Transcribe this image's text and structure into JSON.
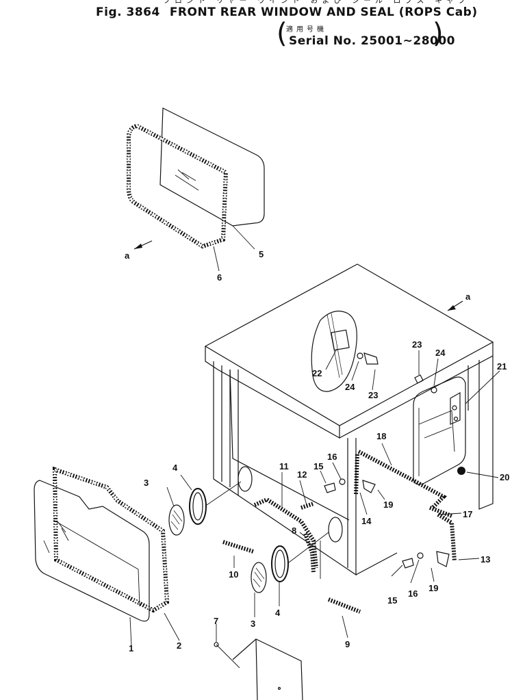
{
  "header": {
    "jp_title": "フロント リヤー ウインド および シール ロプス キャブ",
    "fig_no": "Fig. 3864",
    "title": "FRONT REAR WINDOW AND SEAL (ROPS Cab)",
    "serial_jp": "適用号機",
    "serial": "Serial No. 25001~28000"
  },
  "callouts": {
    "a_top": "a",
    "a_right": "a",
    "p1": "1",
    "p2": "2",
    "p3a": "3",
    "p3b": "3",
    "p4a": "4",
    "p4b": "4",
    "p5": "5",
    "p6": "6",
    "p7": "7",
    "p8": "8",
    "p9": "9",
    "p10": "10",
    "p11": "11",
    "p12": "12",
    "p13": "13",
    "p14": "14",
    "p15a": "15",
    "p15b": "15",
    "p16a": "16",
    "p16b": "16",
    "p17": "17",
    "p18": "18",
    "p19a": "19",
    "p19b": "19",
    "p20": "20",
    "p21": "21",
    "p22": "22",
    "p23a": "23",
    "p23b": "23",
    "p24a": "24",
    "p24b": "24"
  }
}
